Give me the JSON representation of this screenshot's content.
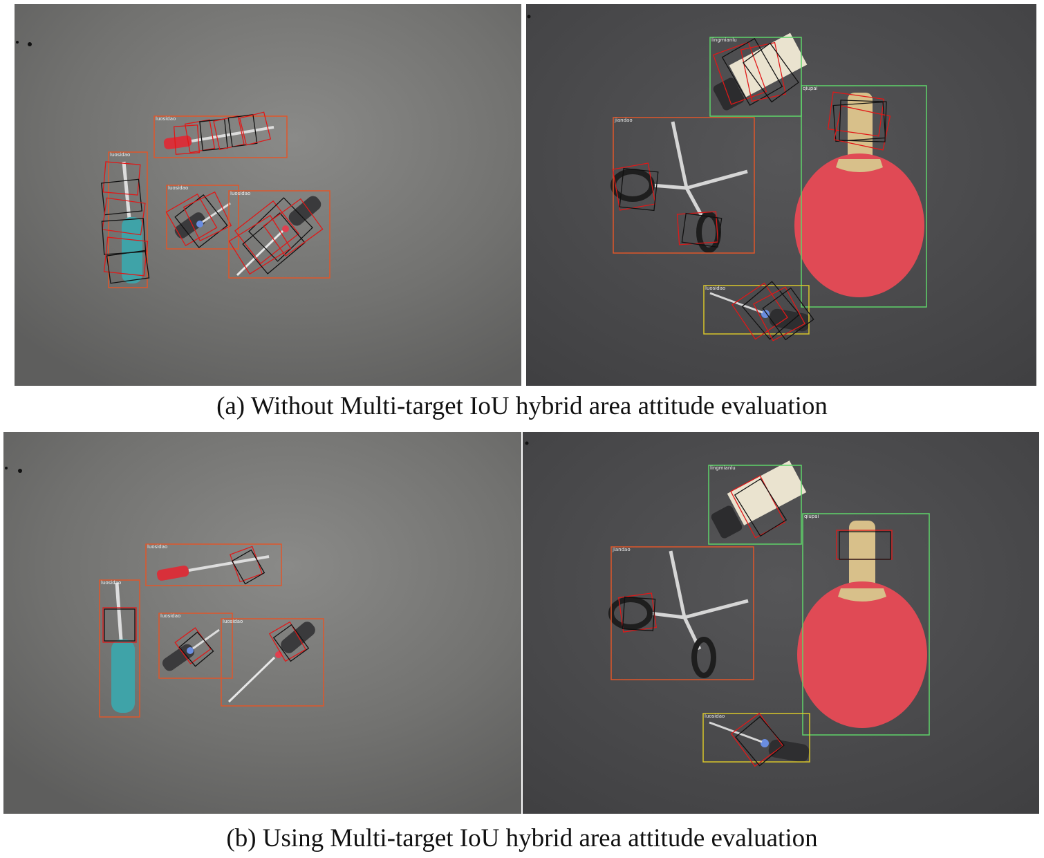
{
  "figure": {
    "caption_a": "(a) Without Multi-target IoU hybrid area attitude evaluation",
    "caption_b": "(b) Using Multi-target IoU hybrid area attitude evaluation"
  },
  "colors": {
    "background_surface": "#6e6e6e",
    "dark_surface": "#4a4a4a",
    "box_orange": "#e0562a",
    "box_green": "#5fd46a",
    "box_yellow": "#d8c62a",
    "grasp_red": "#e01818",
    "grasp_black": "#111111",
    "paddle_red": "#e04a55"
  },
  "labels": {
    "screwdriver_a": "luosidao",
    "screwdriver_b": "luosidao",
    "screwdriver_c": "luosidao",
    "screwdriver_d": "luosidao",
    "scissors": "jiandao",
    "cream": "lingmianlu",
    "paddle": "qiupai",
    "screwdriver_e": "luosidao"
  }
}
